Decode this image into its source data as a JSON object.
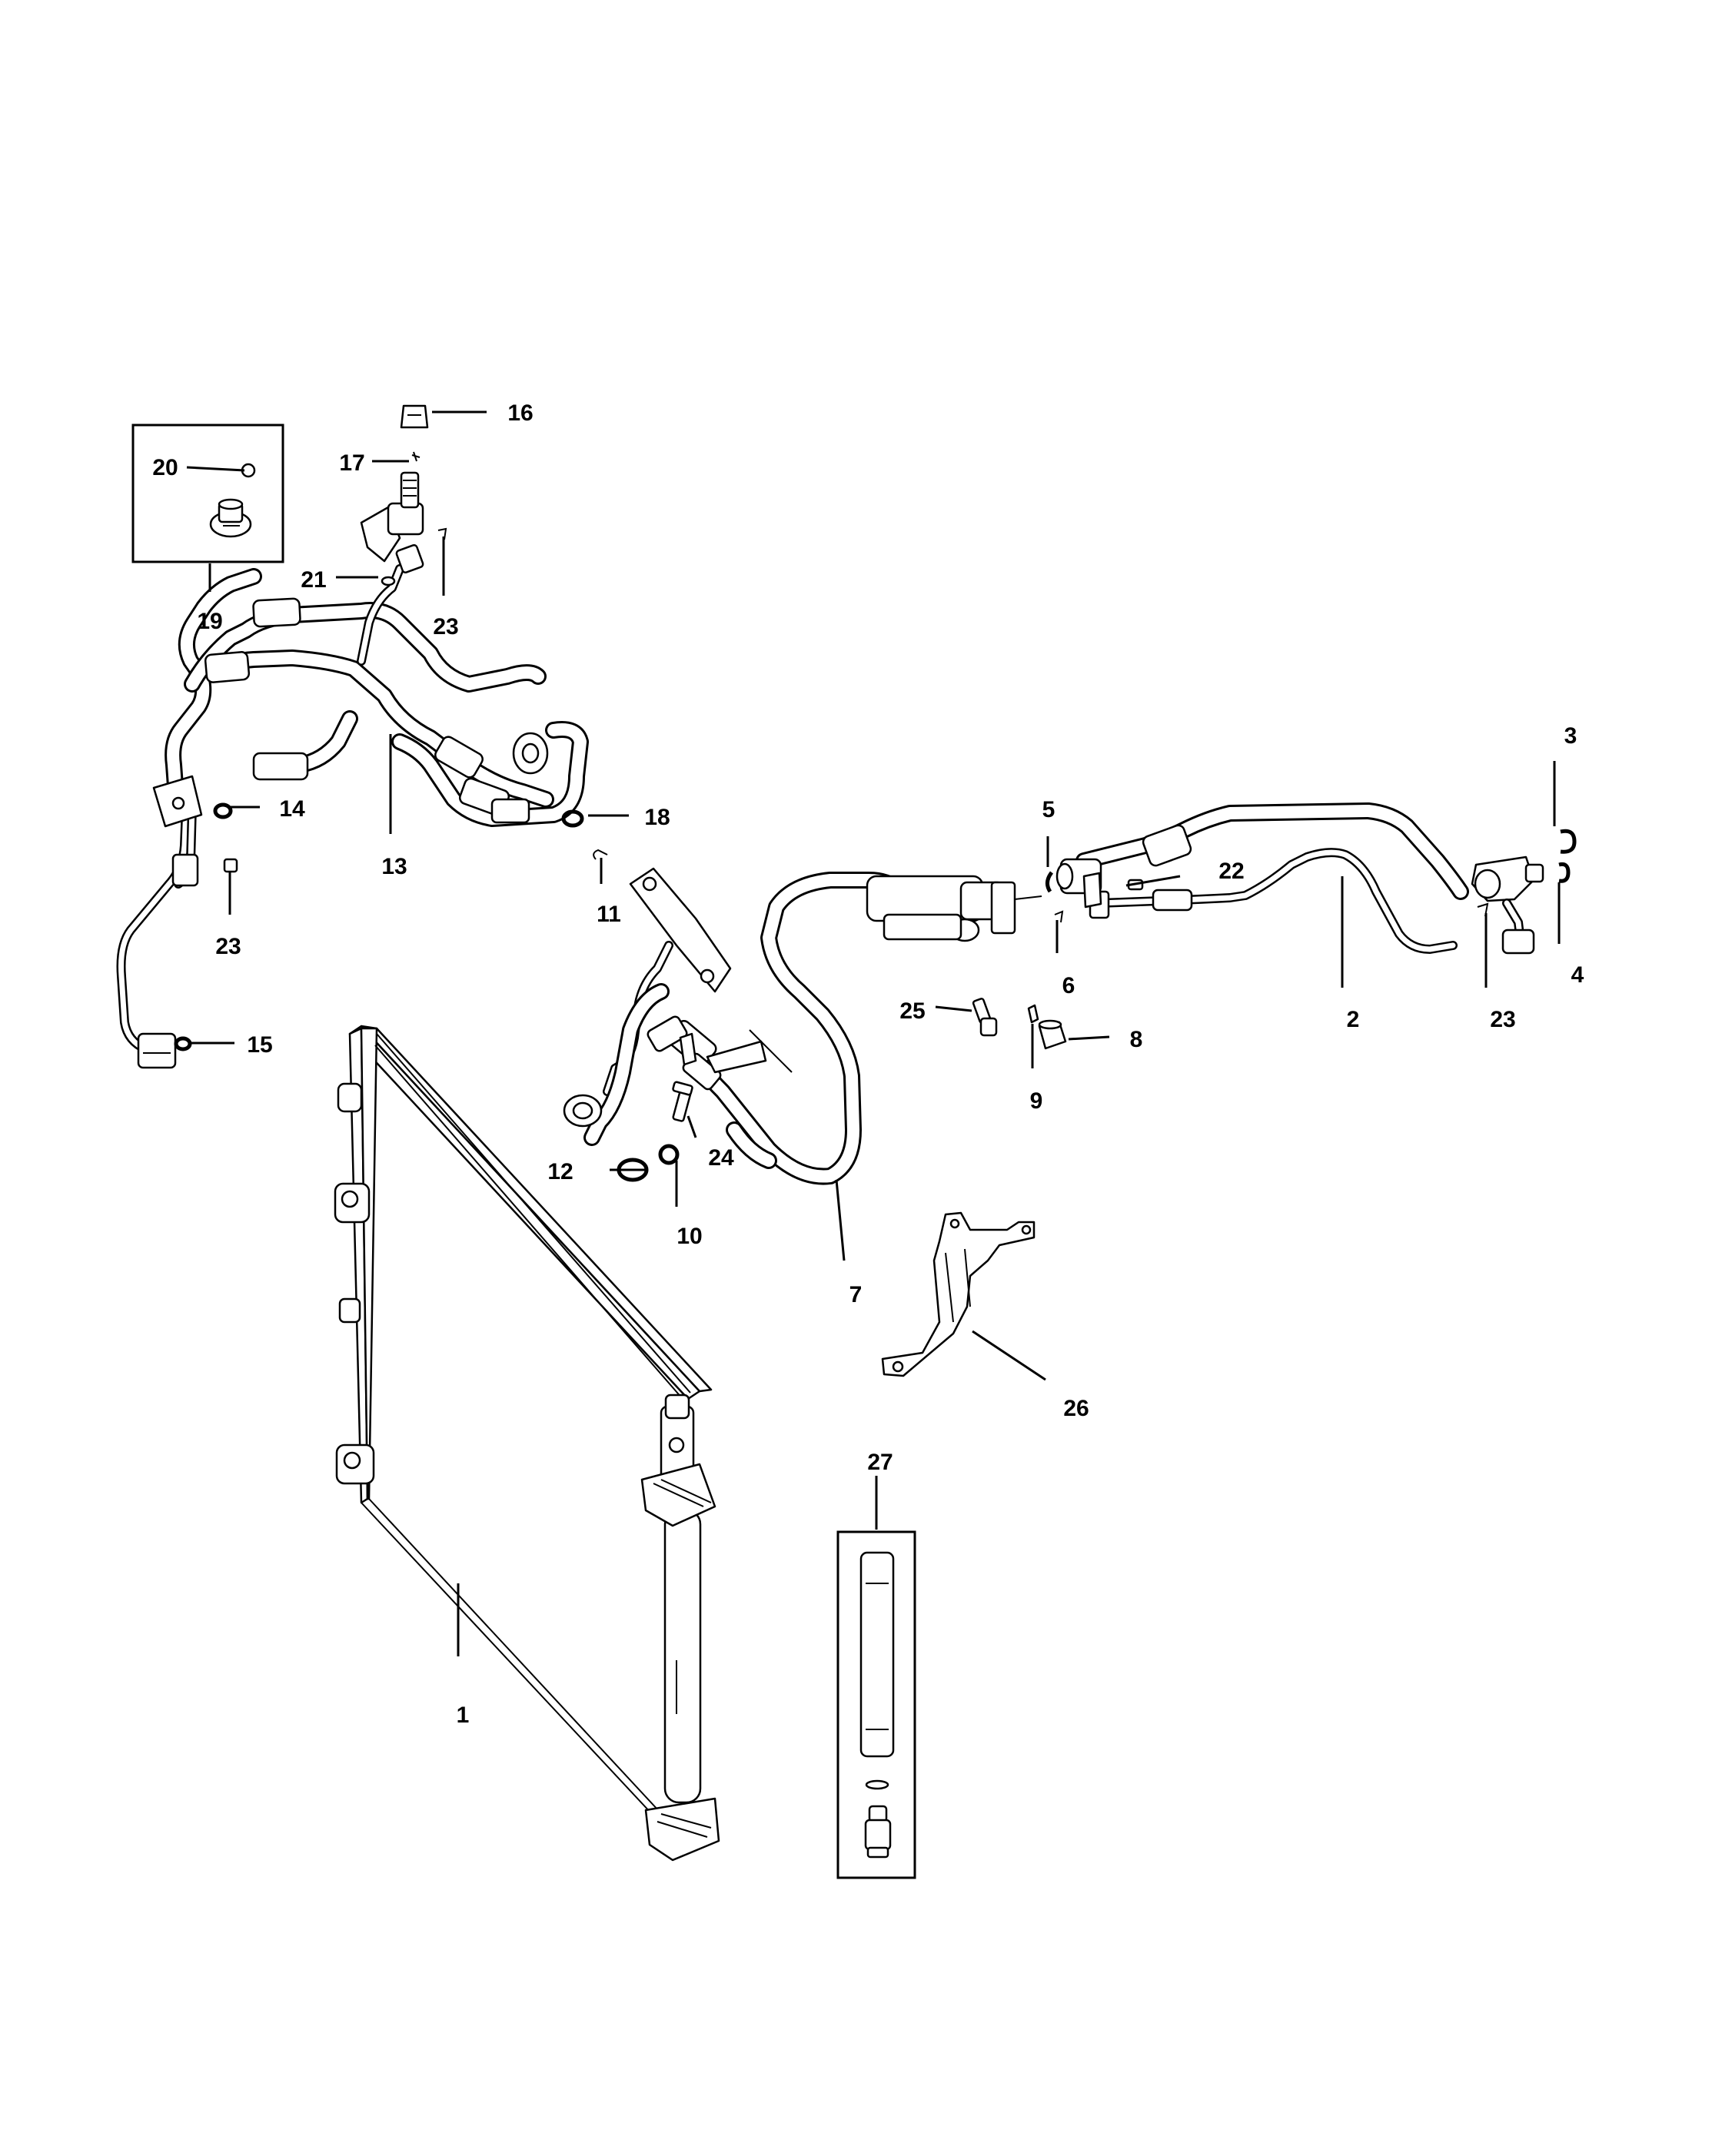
{
  "callouts": {
    "c1": "1",
    "c2": "2",
    "c3": "3",
    "c4": "4",
    "c5": "5",
    "c6": "6",
    "c7": "7",
    "c8": "8",
    "c9": "9",
    "c10": "10",
    "c11": "11",
    "c12": "12",
    "c13": "13",
    "c14": "14",
    "c15": "15",
    "c16": "16",
    "c17": "17",
    "c18": "18",
    "c19": "19",
    "c20": "20",
    "c21": "21",
    "c22": "22",
    "c23a": "23",
    "c23b": "23",
    "c23c": "23",
    "c24": "24",
    "c25": "25",
    "c26": "26",
    "c27": "27"
  }
}
